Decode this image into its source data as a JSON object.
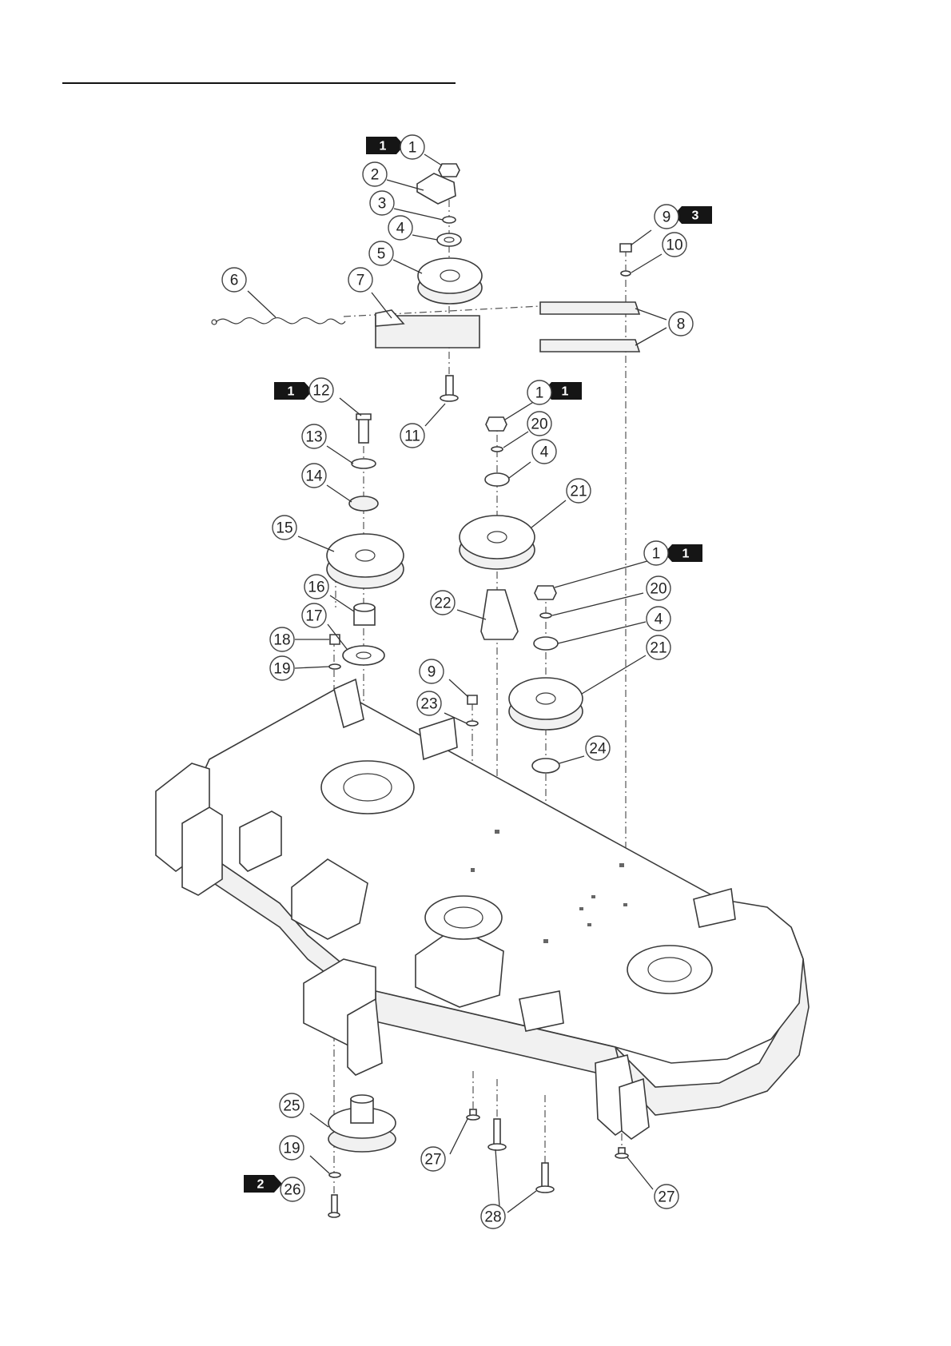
{
  "callouts": [
    "1",
    "2",
    "3",
    "4",
    "5",
    "6",
    "7",
    "8",
    "9",
    "10",
    "11",
    "12",
    "13",
    "14",
    "15",
    "16",
    "17",
    "18",
    "19",
    "20",
    "21",
    "22",
    "23",
    "24",
    "25",
    "26",
    "27",
    "28"
  ],
  "tags": [
    "1",
    "2",
    "3"
  ]
}
